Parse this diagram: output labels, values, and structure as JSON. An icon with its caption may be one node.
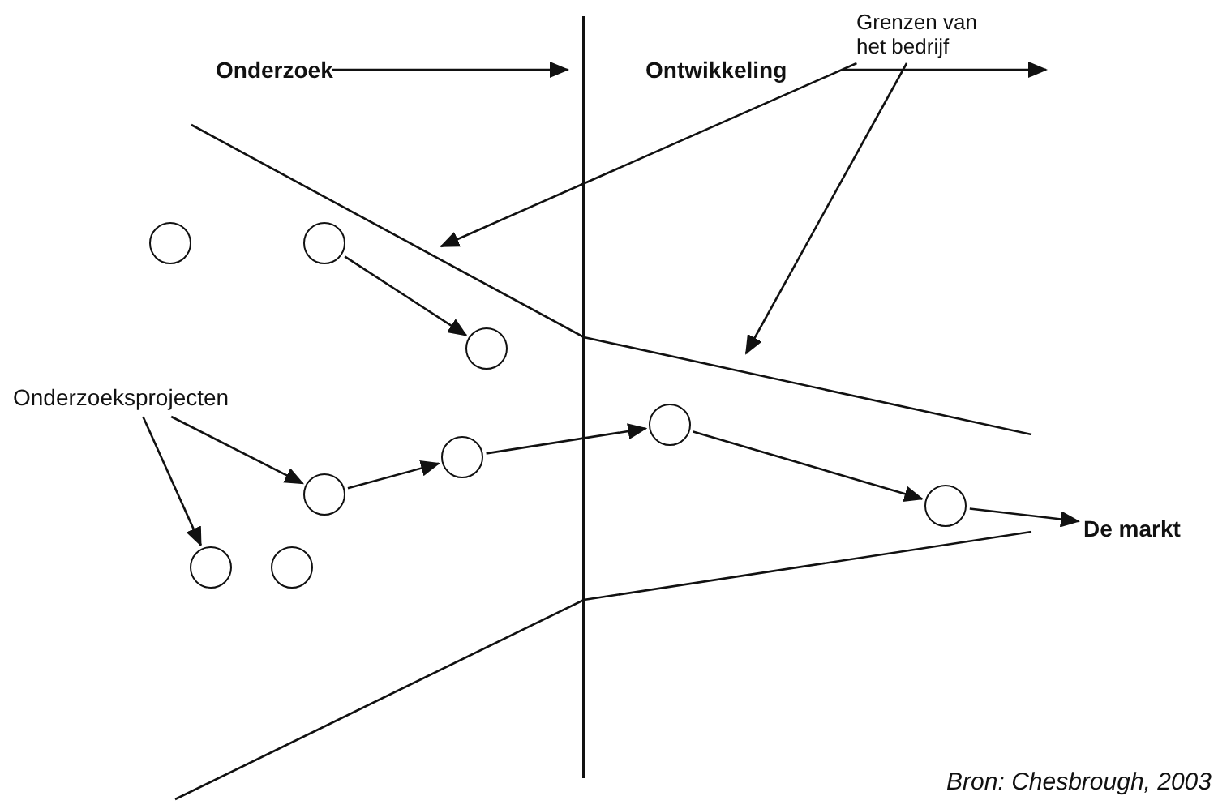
{
  "diagram": {
    "caption": "Bron: Chesbrough, 2003",
    "nodes": [
      {
        "text": [
          "Grenzen van het bedrijf"
        ]
      },
      {
        "text": [],
        "shape": "circle"
      },
      {
        "text": [],
        "shape": "circle"
      },
      {
        "text": [],
        "shape": "circle"
      },
      {
        "text": [
          "Onderzoeksprojecten"
        ]
      },
      {
        "text": [],
        "shape": "circle"
      },
      {
        "text": [],
        "shape": "circle"
      },
      {
        "text": [],
        "shape": "circle"
      },
      {
        "text": [],
        "shape": "circle"
      },
      {
        "text": [
          "De markt"
        ]
      },
      {
        "text": [],
        "shape": "circle"
      },
      {
        "text": [],
        "shape": "circle"
      }
    ],
    "edges": [
      {
        "from": 0,
        "to": null,
        "arrow": "to"
      },
      {
        "from": 0,
        "to": null,
        "arrow": "to"
      },
      {
        "from": 2,
        "to": 3,
        "arrow": "to"
      },
      {
        "from": 4,
        "to": 10,
        "arrow": "to"
      },
      {
        "from": 4,
        "to": 7,
        "arrow": "to"
      },
      {
        "from": 7,
        "to": 6,
        "arrow": "to"
      },
      {
        "from": 6,
        "to": 5,
        "arrow": "to"
      },
      {
        "from": 5,
        "to": 8,
        "arrow": "to"
      },
      {
        "from": 8,
        "to": 9,
        "arrow": "to"
      }
    ],
    "labels": [
      "Onderzoek",
      "Ontwikkeling"
    ]
  }
}
